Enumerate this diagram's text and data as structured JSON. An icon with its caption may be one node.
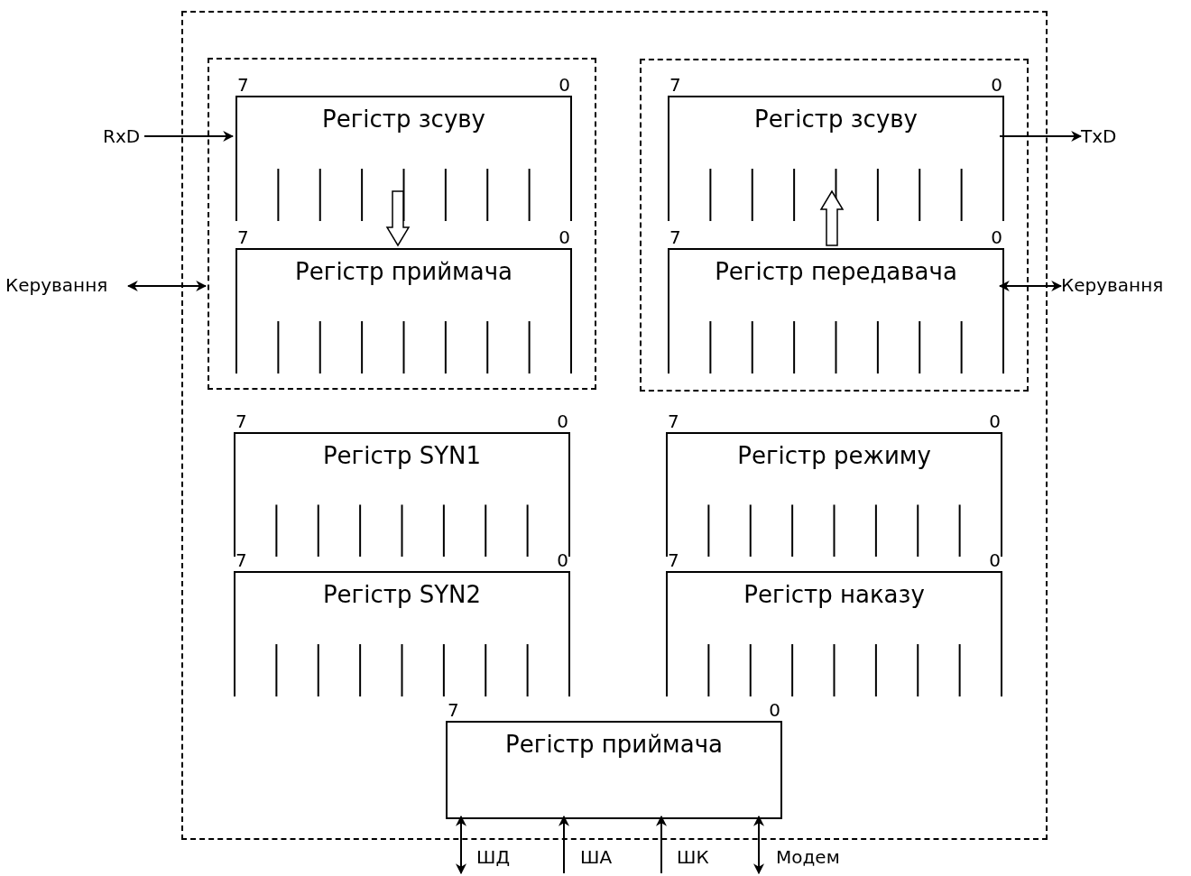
{
  "diagram": {
    "nodes": [
      {
        "text": [],
        "shape": "box"
      },
      {
        "text": [],
        "shape": "box",
        "in": 0
      },
      {
        "text": [
          "Регістр зсуву"
        ],
        "beside": [
          "7",
          "0"
        ],
        "in": 1
      },
      {
        "text": [
          "Регістр приймача"
        ],
        "beside": [
          "7",
          "0"
        ],
        "in": 1
      },
      {
        "text": [],
        "shape": "box",
        "in": 0
      },
      {
        "text": [
          "Регістр зсуву"
        ],
        "beside": [
          "7",
          "0"
        ],
        "in": 4
      },
      {
        "text": [
          "Регістр передавача"
        ],
        "beside": [
          "7",
          "0"
        ],
        "in": 4
      },
      {
        "text": [
          "Регістр SYN1"
        ],
        "beside": [
          "7",
          "0"
        ],
        "in": 0
      },
      {
        "text": [
          "Регістр режиму"
        ],
        "beside": [
          "7",
          "0"
        ],
        "in": 0
      },
      {
        "text": [
          "Регістр SYN2"
        ],
        "beside": [
          "7",
          "0"
        ],
        "in": 0
      },
      {
        "text": [
          "Регістр наказу"
        ],
        "beside": [
          "7",
          "0"
        ],
        "in": 0
      },
      {
        "text": [
          "Регістр приймача"
        ],
        "beside": [
          "7",
          "0"
        ],
        "in": 0
      },
      {
        "text": [
          "RxD"
        ]
      },
      {
        "text": [
          "TxD"
        ]
      },
      {
        "text": [
          "Керування"
        ]
      },
      {
        "text": [
          "Керування"
        ]
      }
    ],
    "edges": [
      {
        "from": 12,
        "to": 2,
        "arrow": "to"
      },
      {
        "from": 5,
        "to": 13,
        "arrow": "to"
      },
      {
        "from": 14,
        "to": 1,
        "arrow": "both"
      },
      {
        "from": 6,
        "to": 15,
        "arrow": "both"
      },
      {
        "from": 2,
        "to": 3,
        "arrow": "to",
        "style": "thick"
      },
      {
        "from": 6,
        "to": 5,
        "arrow": "to",
        "style": "thick"
      },
      {
        "from": null,
        "to": 11,
        "arrow": "both",
        "label": "ШД"
      },
      {
        "from": null,
        "to": 11,
        "arrow": "to",
        "label": "ША"
      },
      {
        "from": null,
        "to": 11,
        "arrow": "to",
        "label": "ШК"
      },
      {
        "from": null,
        "to": 11,
        "arrow": "both",
        "label": "Модем"
      }
    ]
  }
}
